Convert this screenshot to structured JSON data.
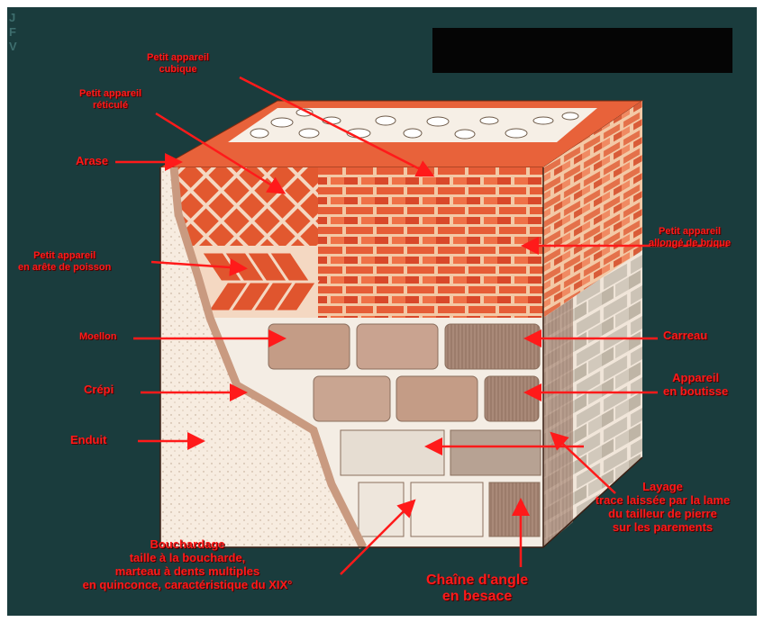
{
  "watermark": "J F V",
  "labels": {
    "petit_appareil_cubique": "Petit appareil\ncubique",
    "petit_appareil_reticule": "Petit appareil\nréticulé",
    "arase": "Arase",
    "petit_appareil_arete": "Petit appareil\nen arête de poisson",
    "moellon": "Moellon",
    "crepi": "Crépi",
    "enduit": "Enduit",
    "petit_appareil_brique": "Petit appareil\nallongé de brique",
    "carreau": "Carreau",
    "appareil_boutisse": "Appareil\nen boutisse",
    "layage": "Layage\ntrace laissée par la lame\ndu tailleur de pierre\nsur les parements",
    "bouchardage": "Bouchardage\ntaille à la boucharde,\nmarteau à dents multiples\nen quinconce, caractéristique du XIX°",
    "chaine_angle": "Chaîne d'angle\nen besace"
  },
  "colors": {
    "label": "#ff1a1a",
    "background": "#1a3c3d",
    "brick": "#e8623a",
    "stone": "#c9a088",
    "render": "#f6eadc"
  }
}
